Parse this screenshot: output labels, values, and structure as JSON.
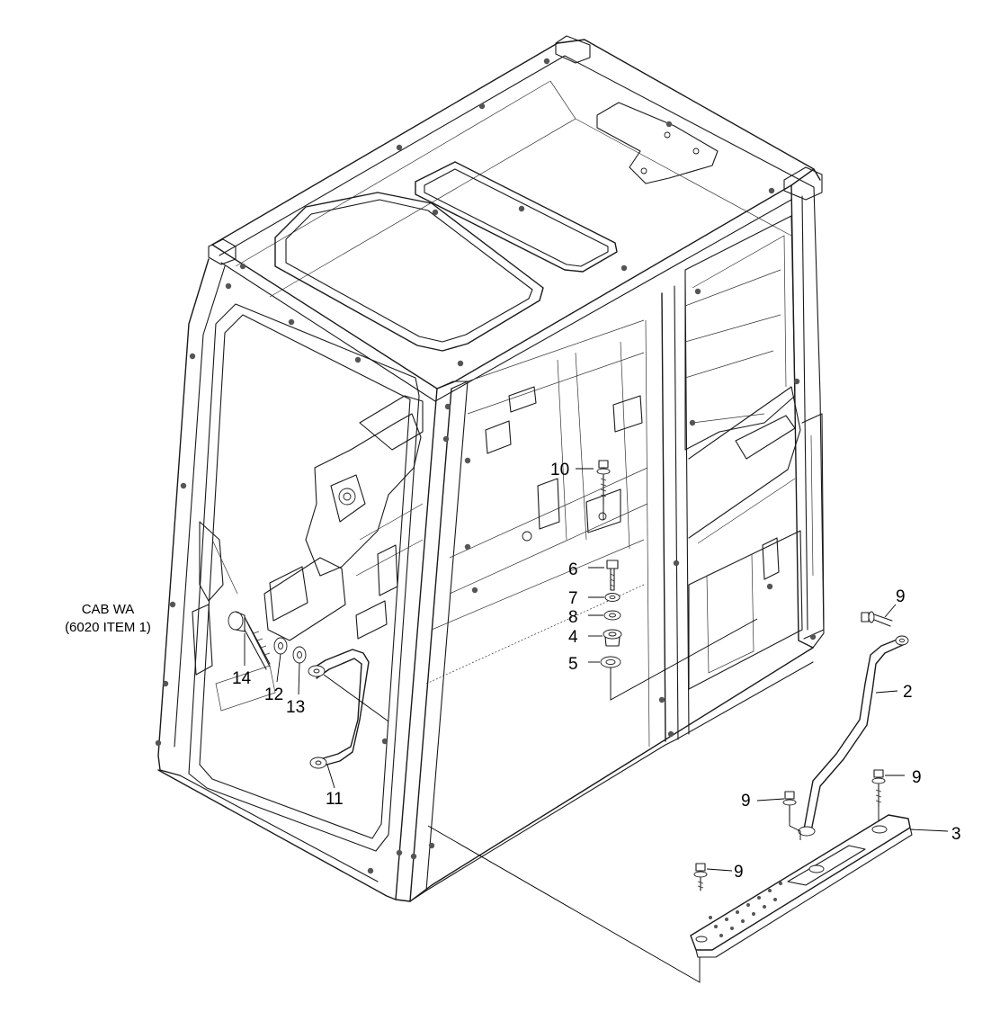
{
  "diagram": {
    "cab_note": {
      "line1": "CAB WA",
      "line2": "(6020 ITEM 1)"
    },
    "callouts": {
      "c10": "10",
      "c6": "6",
      "c7": "7",
      "c8": "8",
      "c4": "4",
      "c5": "5",
      "c14": "14",
      "c12": "12",
      "c13": "13",
      "c11": "11",
      "c9a": "9",
      "c2": "2",
      "c9b": "9",
      "c9c": "9",
      "c3": "3",
      "c9d": "9"
    }
  }
}
